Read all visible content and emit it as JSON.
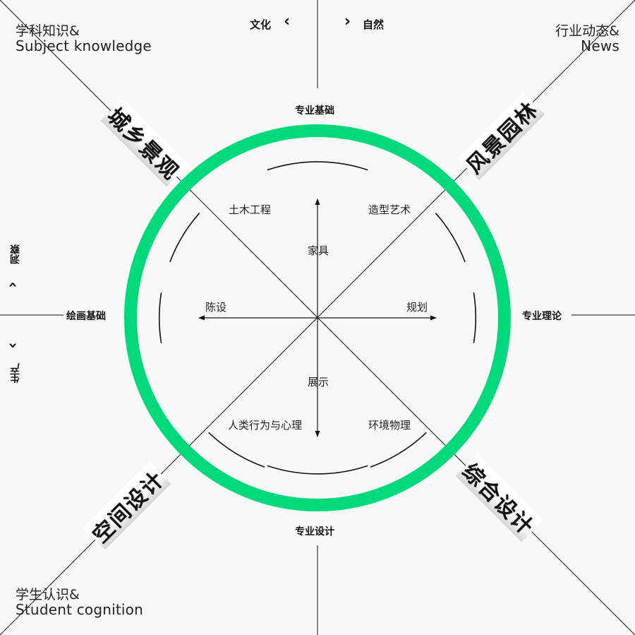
{
  "corners": {
    "top_left": {
      "cn": "学科知识&",
      "en": "Subject knowledge"
    },
    "top_right": {
      "cn": "行业动态&",
      "en": "News"
    },
    "bottom_left": {
      "cn": "学生认识&",
      "en": "Student cognition"
    }
  },
  "top_axis": {
    "left": "文化",
    "right": "自然"
  },
  "left_axis": {
    "top": "洞察",
    "bottom": "生产"
  },
  "ring_labels": {
    "top": "专业基础",
    "right": "专业理论",
    "bottom": "专业设计",
    "left": "绘画基础"
  },
  "diagonals": {
    "top_left": "城乡景观",
    "top_right": "风景园林",
    "bottom_left": "空间设计",
    "bottom_right": "综合设计"
  },
  "inner": {
    "top_left": "土木工程",
    "top_right": "造型艺术",
    "bottom_left": "人类行为与心理",
    "bottom_right": "环境物理",
    "top": "家具",
    "bottom": "展示",
    "left": "陈设",
    "right": "规划"
  },
  "colors": {
    "ring": "#00d97a",
    "line": "#111111",
    "background": "#f7f8f7"
  },
  "icons": {
    "chevron_left": "chevron-left-icon",
    "chevron_right": "chevron-right-icon",
    "chevron_up": "chevron-up-icon",
    "chevron_down": "chevron-down-icon"
  }
}
